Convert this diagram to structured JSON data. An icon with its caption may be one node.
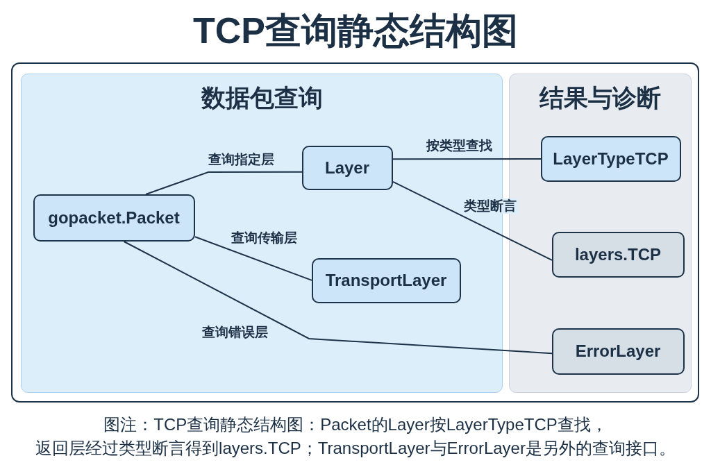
{
  "diagram": {
    "title": "TCP查询静态结构图",
    "caption": "图注：TCP查询静态结构图：Packet的Layer按LayerTypeTCP查找，返回层经过类型断言得到layers.TCP；TransportLayer与ErrorLayer是另外的查询接口。",
    "nodes": [
      {
        "text": [
          "数据包查询"
        ]
      },
      {
        "text": [
          "结果与诊断"
        ]
      },
      {
        "text": [
          "gopacket.Packet"
        ],
        "in": 0
      },
      {
        "text": [
          "Layer"
        ],
        "in": 0
      },
      {
        "text": [
          "TransportLayer"
        ],
        "in": 0
      },
      {
        "text": [
          "LayerTypeTCP"
        ],
        "in": 1
      },
      {
        "text": [
          "layers.TCP"
        ],
        "in": 1
      },
      {
        "text": [
          "ErrorLayer"
        ],
        "in": 1
      }
    ],
    "edges": [
      {
        "from": 2,
        "to": 3,
        "arrow": "none",
        "label": "查询指定层"
      },
      {
        "from": 3,
        "to": 5,
        "arrow": "none",
        "label": "按类型查找"
      },
      {
        "from": 3,
        "to": 6,
        "arrow": "none",
        "label": "类型断言"
      },
      {
        "from": 2,
        "to": 4,
        "arrow": "none",
        "label": "查询传输层"
      },
      {
        "from": 2,
        "to": 7,
        "arrow": "none",
        "label": "查询错误层"
      }
    ]
  }
}
